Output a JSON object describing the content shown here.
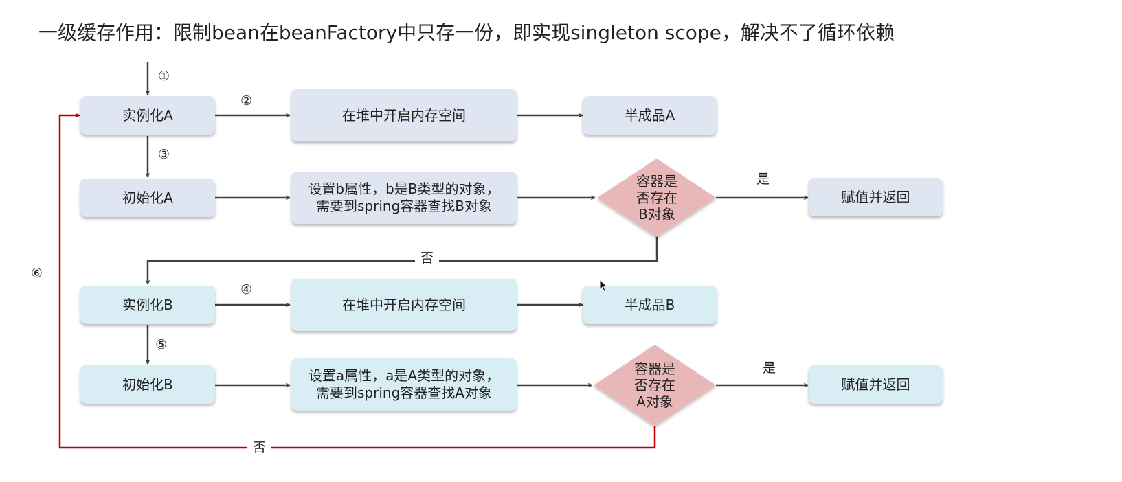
{
  "title": "一级缓存作用：限制bean在beanFactory中只存一份，即实现singleton scope，解决不了循环依赖",
  "nodes": {
    "instantiate_a": "实例化A",
    "heap_a": "在堆中开启内存空间",
    "half_a": "半成品A",
    "init_a": "初始化A",
    "set_b": "设置b属性，b是B类型的对象，\n需要到spring容器查找B对象",
    "check_b": "容器是\n否存在\nB对象",
    "return_b": "赋值并返回",
    "instantiate_b": "实例化B",
    "heap_b": "在堆中开启内存空间",
    "half_b": "半成品B",
    "init_b": "初始化B",
    "set_a": "设置a属性，a是A类型的对象，\n需要到spring容器查找A对象",
    "check_a": "容器是\n否存在\nA对象",
    "return_a": "赋值并返回"
  },
  "labels": {
    "step1": "①",
    "step2": "②",
    "step3": "③",
    "step4": "④",
    "step5": "⑤",
    "step6": "⑥",
    "yes_b": "是",
    "no_b": "否",
    "yes_a": "是",
    "no_a": "否"
  },
  "colors": {
    "box_a": "#dfe6f2",
    "box_b": "#d9edf4",
    "diamond": "#e8b8b8",
    "arrow": "#404040",
    "loop": "#c00000"
  }
}
